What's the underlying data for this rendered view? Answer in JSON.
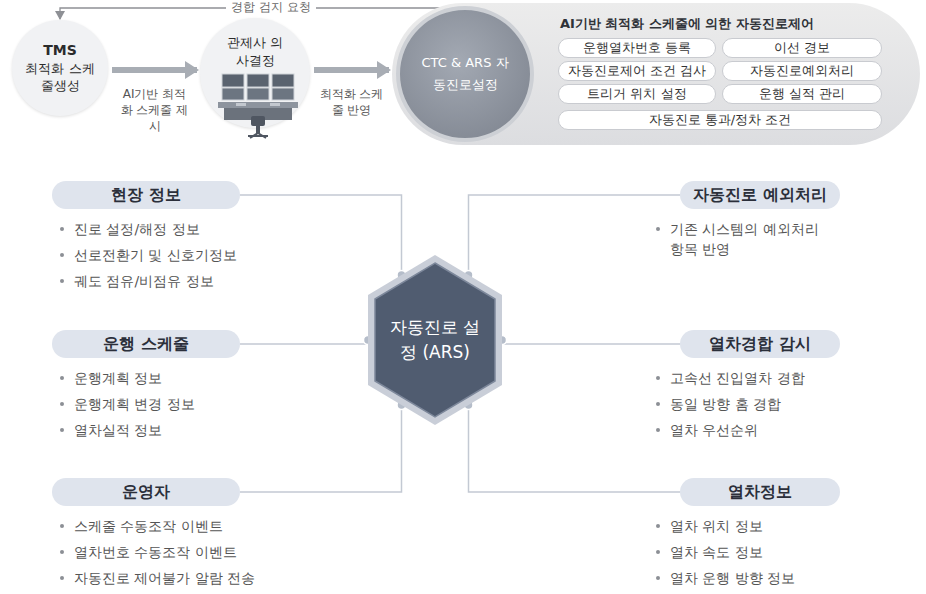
{
  "diagram": {
    "nodes": [
      {
        "text": [
          "TMS",
          "최적화 스케줄생성"
        ]
      },
      {
        "text": [
          "관제사 의사결정"
        ]
      },
      {
        "text": [
          "AI기반 최적화 스케줄에 의한 자동진로제어"
        ]
      },
      {
        "text": [
          "CTC & ARS 자동진로설정"
        ],
        "in": 2
      },
      {
        "text": [
          "운행열차번호 등록"
        ],
        "in": 2
      },
      {
        "text": [
          "이선 경보"
        ],
        "in": 2
      },
      {
        "text": [
          "자동진로제어 조건 검사"
        ],
        "in": 2
      },
      {
        "text": [
          "자동진로예외처리"
        ],
        "in": 2
      },
      {
        "text": [
          "트리거 위치 설정"
        ],
        "in": 2
      },
      {
        "text": [
          "운행 실적 관리"
        ],
        "in": 2
      },
      {
        "text": [
          "자동진로 통과/정차 조건"
        ],
        "in": 2
      },
      {
        "text": [
          "자동진로 설정 (ARS)"
        ]
      },
      {
        "text": [
          "현장 정보",
          "진로 설정/해정 정보",
          "선로전환기 및 신호기정보",
          "궤도 점유/비점유 정보"
        ]
      },
      {
        "text": [
          "자동진로 예외처리",
          "기존 시스템의 예외처리 항목 반영"
        ]
      },
      {
        "text": [
          "운행 스케줄",
          "운행계획 정보",
          "운행계획 변경 정보",
          "열차실적 정보"
        ]
      },
      {
        "text": [
          "열차경합 감시",
          "고속선 진입열차 경합",
          "동일 방향 홈 경합",
          "열차 우선순위"
        ]
      },
      {
        "text": [
          "운영자",
          "스케줄 수동조작 이벤트",
          "열차번호 수동조작 이벤트",
          "자동진로 제어불가 알람 전송"
        ]
      },
      {
        "text": [
          "열차정보",
          "열차 위치 정보",
          "열차 속도 정보",
          "열차 운행 방향 정보"
        ]
      }
    ],
    "edges": [
      {
        "from": 0,
        "to": 1,
        "arrow": "to",
        "label": "AI기반 최적화 스케줄 제시"
      },
      {
        "from": 1,
        "to": 2,
        "arrow": "to",
        "label": "최적화 스케줄 반영"
      },
      {
        "from": 2,
        "to": 0,
        "arrow": "to",
        "label": "경합 검지 요청"
      },
      {
        "from": 11,
        "to": 12,
        "arrow": "none"
      },
      {
        "from": 11,
        "to": 13,
        "arrow": "none"
      },
      {
        "from": 11,
        "to": 14,
        "arrow": "none"
      },
      {
        "from": 11,
        "to": 15,
        "arrow": "none"
      },
      {
        "from": 11,
        "to": 16,
        "arrow": "none"
      },
      {
        "from": 11,
        "to": 17,
        "arrow": "none"
      }
    ]
  }
}
